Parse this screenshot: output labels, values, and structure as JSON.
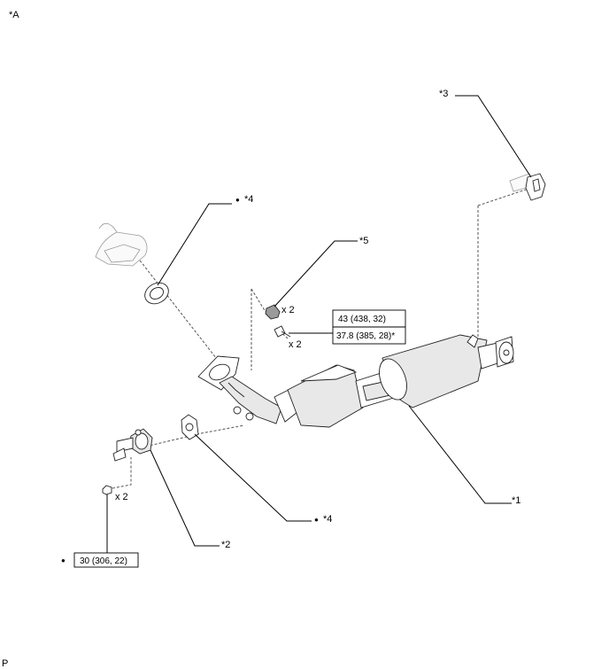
{
  "corner": {
    "top_left": "*A",
    "bottom_left": "P"
  },
  "callouts": {
    "c1": "*1",
    "c2": "*2",
    "c3": "*3",
    "c4_top": "*4",
    "c4_bottom": "*4",
    "c5": "*5"
  },
  "quantities": {
    "gasket_nuts": "x 2",
    "bolts": "x 2",
    "nuts": "x 2"
  },
  "torque": {
    "upper": "43 (438, 32)",
    "lower": "37.8 (385, 28)*",
    "bottom": "30 (306, 22)"
  },
  "marks": {
    "bullet": "●"
  }
}
